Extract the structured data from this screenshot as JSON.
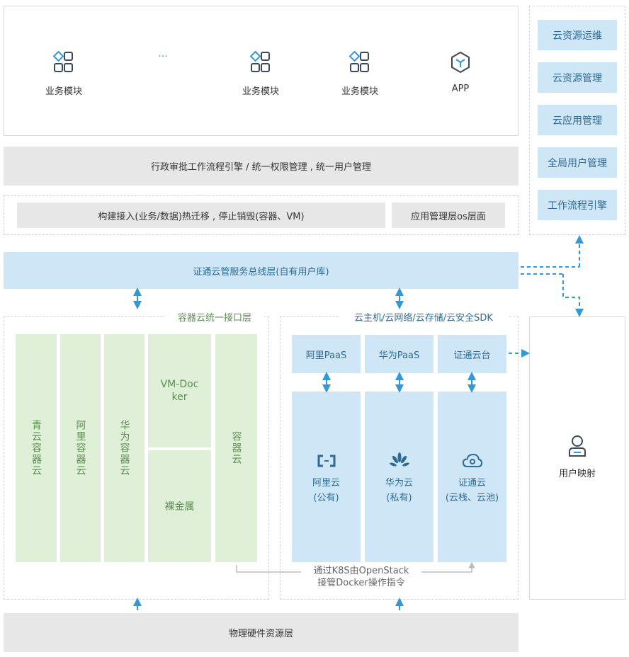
{
  "top_modules": [
    {
      "label": "业务模块",
      "icon": "module-icon"
    },
    {
      "label": "···",
      "icon": "ellipsis"
    },
    {
      "label": "业务模块",
      "icon": "module-icon"
    },
    {
      "label": "业务模块",
      "icon": "module-icon"
    },
    {
      "label": "APP",
      "icon": "hexagon-app-icon"
    }
  ],
  "workflow_bar": "行政审批工作流程引擎 / 统一权限管理 , 统一用户管理",
  "app_layer": {
    "left": "构建接入(业务/数据)热迁移 , 停止销毁(容器、VM)",
    "right": "应用管理层os层面"
  },
  "right_panel": [
    "云资源运维",
    "云资源管理",
    "云应用管理",
    "全局用户管理",
    "工作流程引擎"
  ],
  "service_bus": "证通云管服务总线层(自有用户库)",
  "container_section": {
    "title": "容器云统一接口层",
    "columns": [
      "青云容器云",
      "阿里容器云",
      "华为容器云"
    ],
    "vm_docker": "VM-Docker",
    "bare_metal": "裸金属",
    "container_cloud": "容器云"
  },
  "cloud_section": {
    "title": "云主机/云网络/云存储/云安全SDK",
    "paas": [
      "阿里PaaS",
      "华为PaaS",
      "证通云台"
    ],
    "clouds": [
      {
        "line1": "阿里云",
        "line2": "(公有)",
        "icon": "aliyun-icon"
      },
      {
        "line1": "华为云",
        "line2": "(私有)",
        "icon": "huawei-icon"
      },
      {
        "line1": "证通云",
        "line2": "(云栈、云池)",
        "icon": "cloud-icon"
      }
    ],
    "note_line1": "通过K8S由OpenStack",
    "note_line2": "接管Docker操作指令"
  },
  "user_mapping": {
    "label": "用户映射",
    "icon": "user-icon"
  },
  "hardware": "物理硬件资源层",
  "colors": {
    "blue": "#cfe6f6",
    "arrow": "#3399d6",
    "green": "#e0f0d8",
    "gray": "#e7e7e7"
  }
}
